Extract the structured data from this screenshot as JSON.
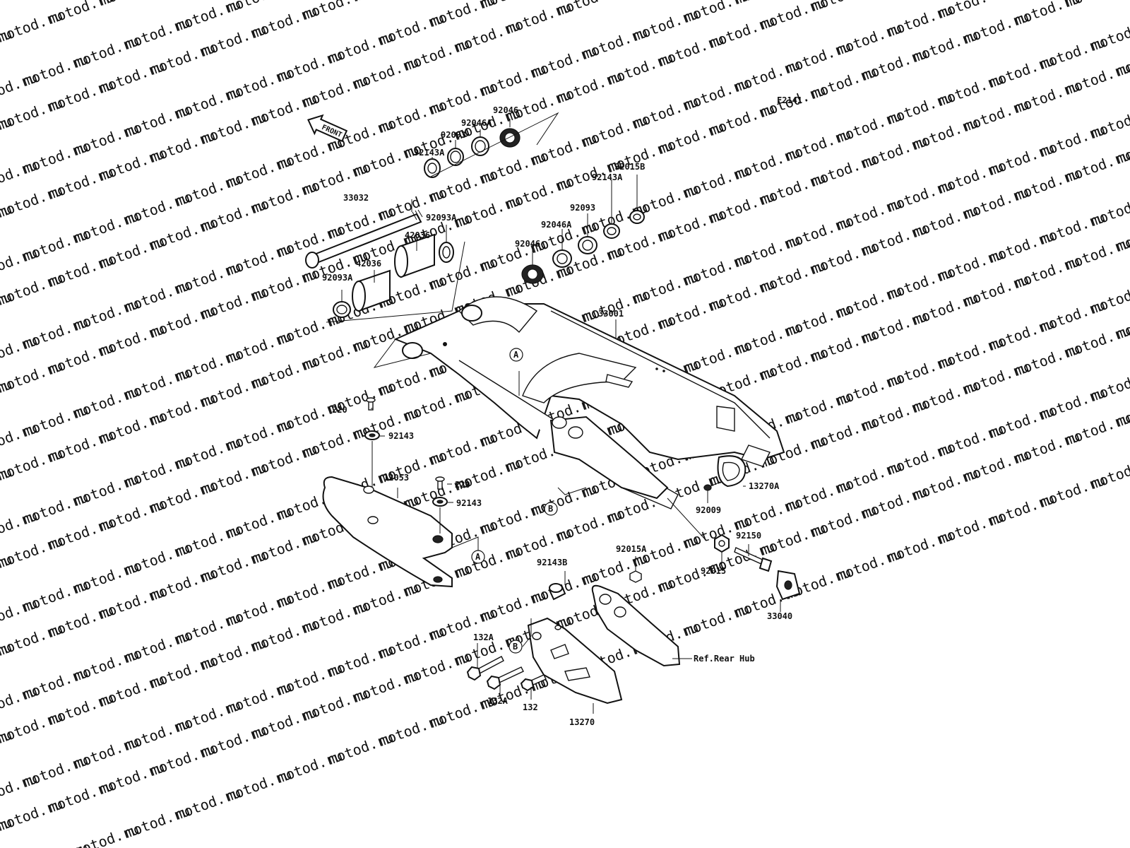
{
  "figure_code": "F2141",
  "front_label": "FRONT",
  "watermark": "motod.ru",
  "callouts": {
    "A": "A",
    "B": "B"
  },
  "parts": {
    "p92046_top": "92046",
    "p92046A_top": "92046A",
    "p92093_top": "92093",
    "p92143A_top": "92143A",
    "p33032": "33032",
    "p92093A_upper": "92093A",
    "p42036_upper": "42036",
    "p42036_lower": "42036",
    "p92093A_lower": "92093A",
    "p92015B": "92015B",
    "p92143A_right": "92143A",
    "p92093_right": "92093",
    "p92046A_right": "92046A",
    "p92046_right": "92046",
    "p33001": "33001",
    "p220_upper": "220",
    "p92143_upper": "92143",
    "p12053": "12053",
    "p220_lower": "220",
    "p92143_lower": "92143",
    "p13270A": "13270A",
    "p92009": "92009",
    "p92150": "92150",
    "p92015": "92015",
    "p33040": "33040",
    "p92143B": "92143B",
    "p92015A": "92015A",
    "p132A_upper": "132A",
    "p132A_lower": "132A",
    "p132": "132",
    "p13270": "13270",
    "ref_rear_hub": "Ref.Rear Hub"
  }
}
